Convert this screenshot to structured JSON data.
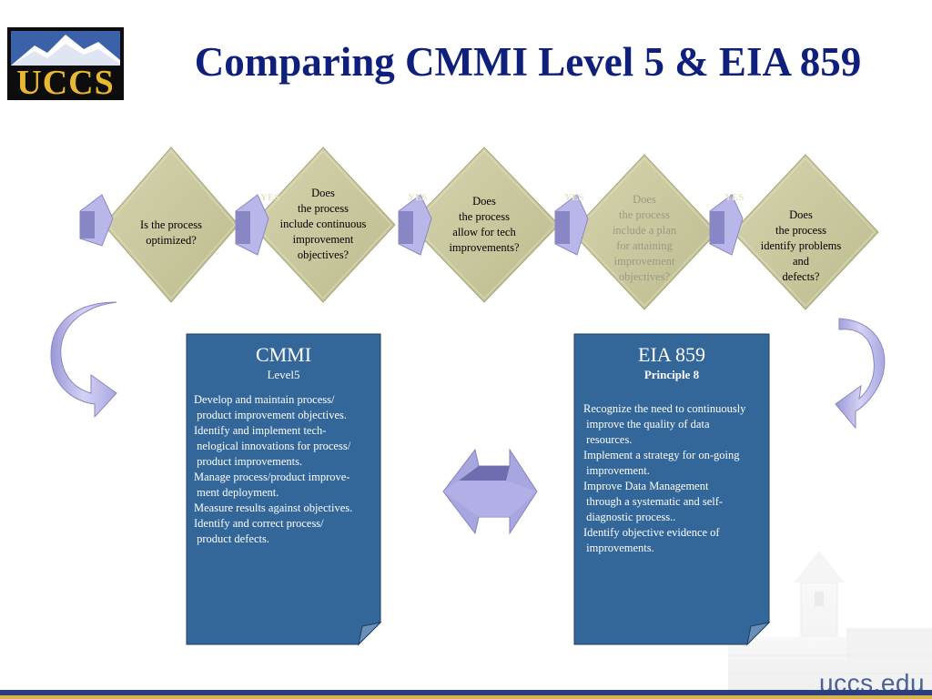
{
  "logo": {
    "text": "UCCS"
  },
  "title": "Comparing CMMI Level 5 & EIA 859",
  "flow": {
    "steps": [
      {
        "lines": [
          "Is the process",
          "optimized?"
        ],
        "faded": false
      },
      {
        "lines": [
          "Does",
          "the process",
          "include continuous",
          "improvement",
          "objectives?"
        ],
        "faded": false
      },
      {
        "lines": [
          "Does",
          "the process",
          "allow for tech",
          "improvements?"
        ],
        "faded": false
      },
      {
        "lines": [
          "Does",
          "the process",
          "include a plan",
          "for attaining",
          "improvement",
          "objectives?"
        ],
        "faded": true
      },
      {
        "lines": [
          "Does",
          "the process",
          "identify problems",
          "and",
          "defects?"
        ],
        "faded": false
      }
    ],
    "connector_labels": [
      "YES",
      "YES",
      "YES",
      "YES"
    ]
  },
  "cmmi": {
    "heading": "CMMI",
    "subheading": "Level5",
    "body_lines": [
      "Develop and maintain process/",
      " product improvement objectives.",
      "Identify and implement tech-",
      " nelogical innovations for process/",
      " product improvements.",
      "Manage process/product improve-",
      " ment deployment.",
      "Measure results against objectives.",
      "Identify and correct process/",
      " product defects."
    ]
  },
  "eia": {
    "heading": "EIA 859",
    "subheading": "Principle 8",
    "body_lines": [
      "Recognize the need to continuously",
      " improve the quality of data",
      " resources.",
      "Implement a strategy for on-going",
      " improvement.",
      "Improve Data Management",
      " through a systematic and self-",
      " diagnostic process..",
      "Identify objective evidence of",
      " improvements."
    ]
  },
  "footer": {
    "url": "uccs.edu"
  },
  "colors": {
    "title": "#0f1f7c",
    "diamond_fill": "#c9c79d",
    "doc_fill": "#336699",
    "arrow_fill": "#b6b4e8",
    "footer_bar": "#2c3e80"
  }
}
